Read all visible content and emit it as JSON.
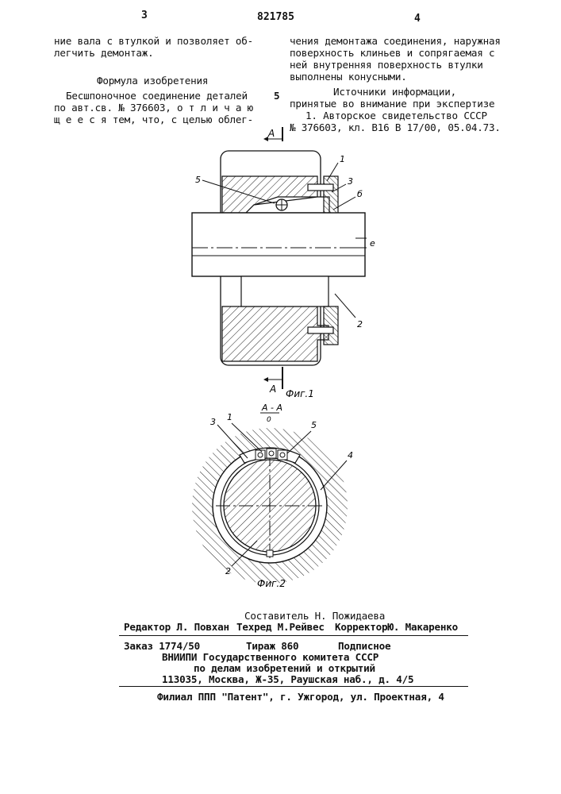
{
  "header": {
    "page_left": "3",
    "patent_number": "821785",
    "page_right": "4"
  },
  "left_column": {
    "line1": "ние вала с втулкой и позволяет об-",
    "line2": "легчить демонтаж.",
    "heading": "Формула   изобретения",
    "claim_line1": "Бесшпоночное соединение деталей",
    "claim_line2": "по авт.св. № 376603, о т л и ч а ю",
    "claim_line3": "щ е е с я тем, что, с целью облег-"
  },
  "right_column": {
    "line1": "чения демонтажа соединения, наружная",
    "line2": "поверхность клиньев и сопрягаемая с",
    "line3": "ней внутренняя поверхность втулки",
    "line4": "выполнены конусными.",
    "sources_heading": "Источники информации,",
    "sources_line2": "принятые во внимание при экспертизе",
    "source1_line1": "1. Авторское свидетельство СССР",
    "source1_line2": "№ 376603, кл.  В16 В 17/00, 05.04.73."
  },
  "margin_number": "5",
  "figure1": {
    "section_mark_top": "A",
    "section_mark_bottom": "A",
    "labels": {
      "l1": "1",
      "l2": "2",
      "l3": "3",
      "l5": "5",
      "l6": "б",
      "e": "е"
    },
    "caption": "Фиг.1"
  },
  "figure2": {
    "section_title": "А - А",
    "section_sub": "0",
    "labels": {
      "l1": "1",
      "l2": "2",
      "l3": "3",
      "l4": "4",
      "l5": "5"
    },
    "caption": "Фиг.2"
  },
  "footer": {
    "compiler": "Составитель Н. Пожидаева",
    "editor": "Редактор Л. Повхан",
    "techred": "Техред М.Рейвес",
    "corrector": "КорректорЮ. Макаренко",
    "order": "Заказ 1774/50",
    "circulation": "Тираж 860",
    "subscription": "Подписное",
    "org_line1": "ВНИИПИ Государственного комитета СССР",
    "org_line2": "по делам изобретений и открытий",
    "org_line3": "113035, Москва, Ж-35, Раушская наб., д. 4/5",
    "branch": "Филиал ППП \"Патент\", г. Ужгород, ул. Проектная, 4"
  }
}
